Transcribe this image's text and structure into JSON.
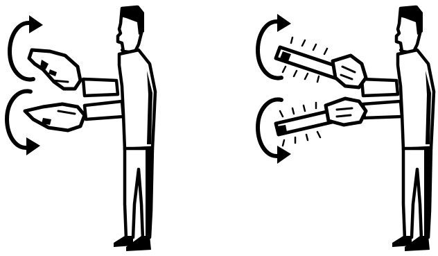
{
  "colors": {
    "ink": "#000000",
    "paper": "#ffffff"
  },
  "panels": [
    {
      "gesture": "rotating-hands",
      "icons": [
        "signaler-figure",
        "rotation-arrow-icon",
        "pointing-hand-icon"
      ]
    },
    {
      "gesture": "rotating-wands",
      "icons": [
        "signaler-figure",
        "rotation-arrow-icon",
        "lighted-wand-icon"
      ]
    }
  ]
}
